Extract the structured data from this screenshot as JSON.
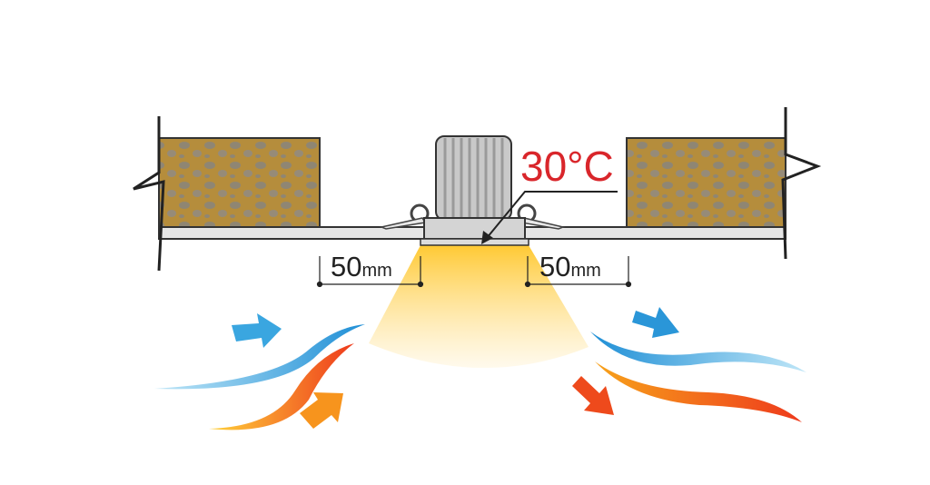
{
  "temperature_label": "30°C",
  "dimensions": [
    {
      "value": "50",
      "unit": "mm"
    },
    {
      "value": "50",
      "unit": "mm"
    }
  ],
  "colors": {
    "insulation": "#b58d3c",
    "temperature": "#d9262b",
    "cool_air": "#3aa6e0",
    "warm_air": "#f26a1b",
    "light": "#ffd24a"
  }
}
